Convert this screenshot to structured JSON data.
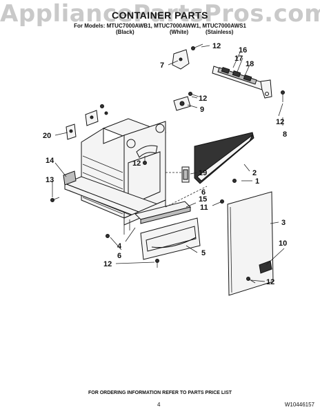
{
  "watermark": "AppliancePartsPros.com",
  "title": "CONTAINER PARTS",
  "models": "For Models: MTUC7000AWB1, MTUC7000AWW1, MTUC7000AWS1",
  "variants": [
    "(Black)",
    "(White)",
    "(Stainless)"
  ],
  "callouts": {
    "c1": "1",
    "c2": "2",
    "c3": "3",
    "c4": "4",
    "c5": "5",
    "c6": "6",
    "c6b": "6",
    "c7": "7",
    "c8": "8",
    "c9": "9",
    "c10": "10",
    "c11": "11",
    "c12a": "12",
    "c12b": "12",
    "c12c": "12",
    "c12d": "12",
    "c12e": "12",
    "c12f": "12",
    "c13": "13",
    "c14": "14",
    "c15": "15",
    "c16": "16",
    "c17": "17",
    "c18": "18",
    "c19": "19",
    "c20": "20"
  },
  "footer": "FOR ORDERING INFORMATION REFER TO PARTS PRICE LIST",
  "page_number": "4",
  "doc_number": "W10446157"
}
